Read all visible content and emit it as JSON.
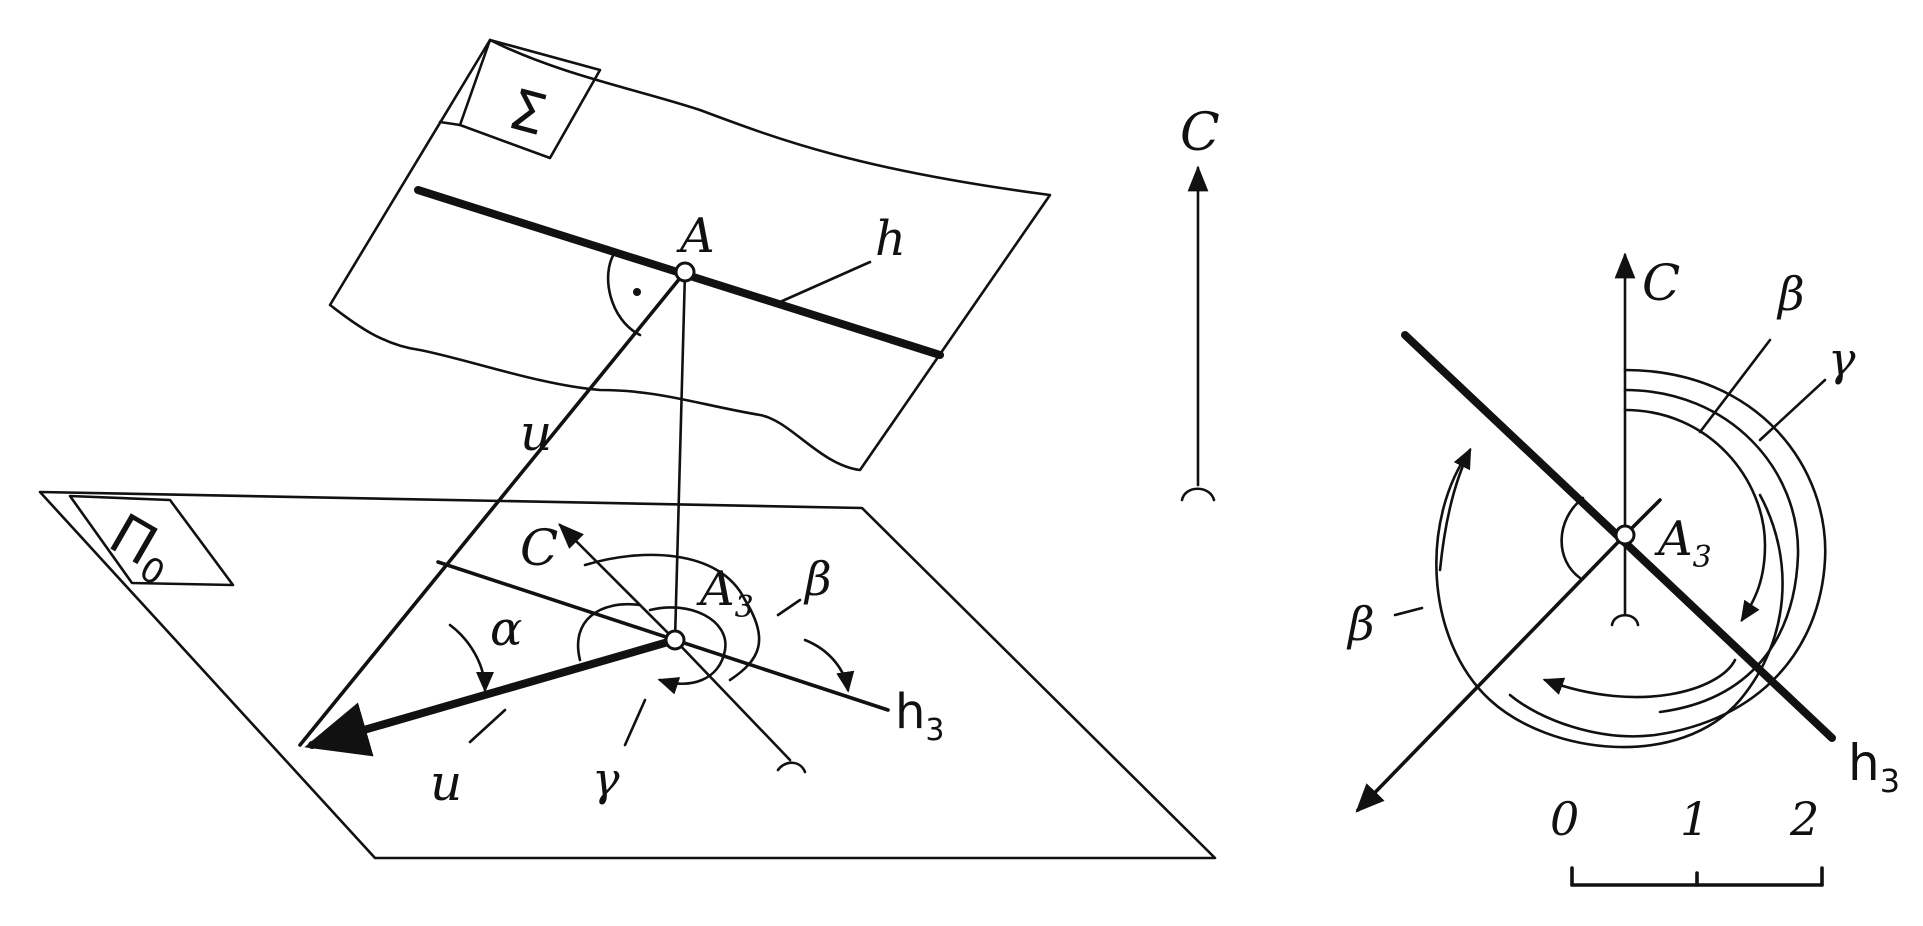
{
  "labels": {
    "sigma": "Σ",
    "pi0": "Π",
    "pi0_sub": "0",
    "A": "A",
    "h": "h",
    "u": "u",
    "C": "C",
    "A3": "A",
    "A3_sub": "3",
    "h3": "h",
    "h3_sub": "3",
    "alpha": "α",
    "beta": "β",
    "gamma": "γ"
  },
  "scale_bar": {
    "ticks": [
      "0",
      "1",
      "2"
    ]
  },
  "colors": {
    "ink": "#111111",
    "paper": "#ffffff"
  }
}
